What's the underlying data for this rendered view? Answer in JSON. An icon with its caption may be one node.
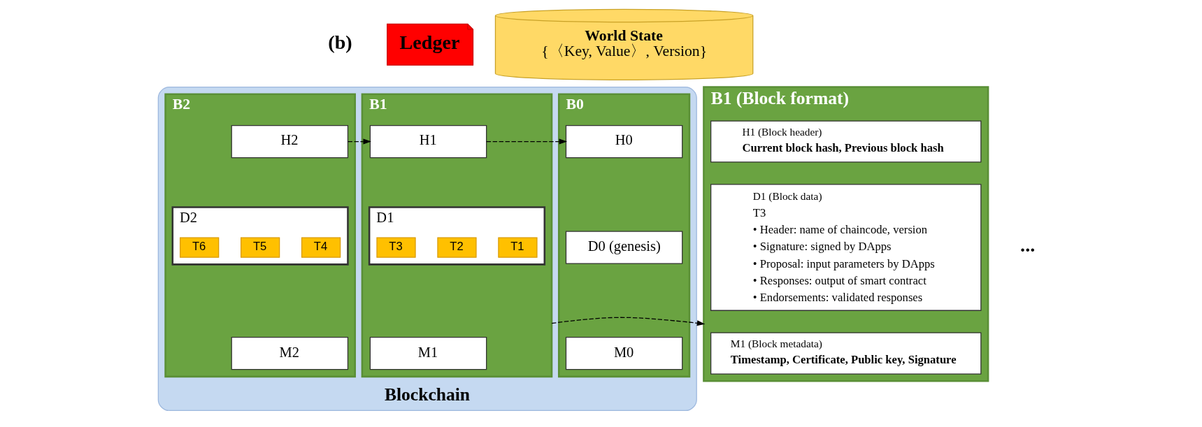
{
  "diagram": {
    "nodes": [
      {
        "text": [
          "Ledger"
        ]
      },
      {
        "text": [
          "World State",
          "{〈Key, Value〉, Version}"
        ]
      },
      {
        "text": [
          "Blockchain"
        ]
      },
      {
        "text": [
          "B0"
        ],
        "in": 2
      },
      {
        "text": [
          "H0"
        ],
        "in": 3
      },
      {
        "text": [
          "D0 (genesis)"
        ],
        "in": 3
      },
      {
        "text": [
          "M0"
        ],
        "in": 3
      },
      {
        "text": [
          "B1"
        ],
        "in": 2
      },
      {
        "text": [
          "H1"
        ],
        "in": 7
      },
      {
        "text": [
          "D1"
        ],
        "in": 7
      },
      {
        "text": [
          "T1"
        ],
        "in": 9
      },
      {
        "text": [
          "T2"
        ],
        "in": 9
      },
      {
        "text": [
          "T3"
        ],
        "in": 9
      },
      {
        "text": [
          "M1"
        ],
        "in": 7
      },
      {
        "text": [
          "B2"
        ],
        "in": 2
      },
      {
        "text": [
          "H2"
        ],
        "in": 14
      },
      {
        "text": [
          "D2"
        ],
        "in": 14
      },
      {
        "text": [
          "T4"
        ],
        "in": 16
      },
      {
        "text": [
          "T5"
        ],
        "in": 16
      },
      {
        "text": [
          "T6"
        ],
        "in": 16
      },
      {
        "text": [
          "M2"
        ],
        "in": 14
      },
      {
        "text": [
          "B1 (Block format)"
        ]
      },
      {
        "text": [
          "H1 (Block header)",
          "Current block hash, Previous block hash"
        ],
        "in": 21
      },
      {
        "text": [
          "D1 (Block data)",
          "T3",
          "• Header: name of chaincode, version",
          "• Signature: signed by DApps",
          "• Proposal: input parameters by DApps",
          "• Responses: output of smart contract",
          "• Endorsements: validated responses"
        ],
        "in": 21
      },
      {
        "text": [
          "M1 (Block metadata)",
          "Timestamp, Certificate, Public key, Signature"
        ],
        "in": 21
      }
    ],
    "edges": [
      {
        "from": 8,
        "to": 4,
        "arrow": "to",
        "style": "dashed"
      },
      {
        "from": 15,
        "to": 8,
        "arrow": "to",
        "style": "dashed"
      },
      {
        "from": 7,
        "to": 21,
        "arrow": "to",
        "style": "dashed"
      }
    ],
    "labels": [
      "(b)",
      "..."
    ]
  }
}
